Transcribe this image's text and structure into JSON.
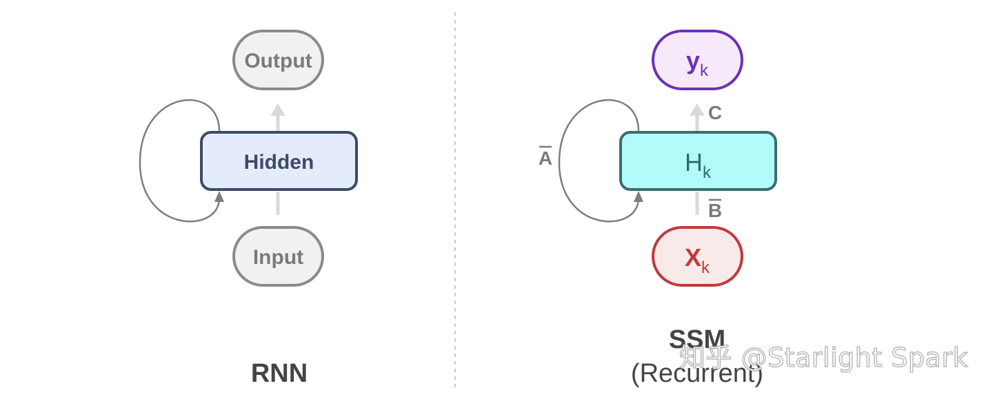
{
  "rnn": {
    "output_label": "Output",
    "hidden_label": "Hidden",
    "input_label": "Input",
    "caption": "RNN"
  },
  "ssm": {
    "y_label": "y",
    "y_sub": "k",
    "h_label": "H",
    "h_sub": "k",
    "x_label": "X",
    "x_sub": "k",
    "c_label": "C",
    "a_label": "A",
    "b_label": "B",
    "caption_line1": "SSM",
    "caption_line2": "(Recurrent)"
  },
  "watermark": "知乎 @Starlight Spark",
  "colors": {
    "gray_node_fill": "#f1f1f1",
    "gray_node_stroke": "#8a8a8a",
    "gray_text": "#7a7a7a",
    "hidden_fill": "#e4ebfb",
    "hidden_stroke": "#3e4a66",
    "hidden_text": "#3e4a66",
    "y_fill": "#f6eafa",
    "y_stroke": "#6b32b5",
    "y_text": "#6b32b5",
    "h_fill": "#b2fbfb",
    "h_stroke": "#3b6d6d",
    "h_text": "#2f6b6b",
    "x_fill": "#f9eaea",
    "x_stroke": "#c03a3a",
    "x_text": "#c03a3a",
    "arrow_light": "#d9d9d9",
    "loop_stroke": "#7d7d7d",
    "caption": "#444444",
    "divider": "#c8c8c8"
  }
}
